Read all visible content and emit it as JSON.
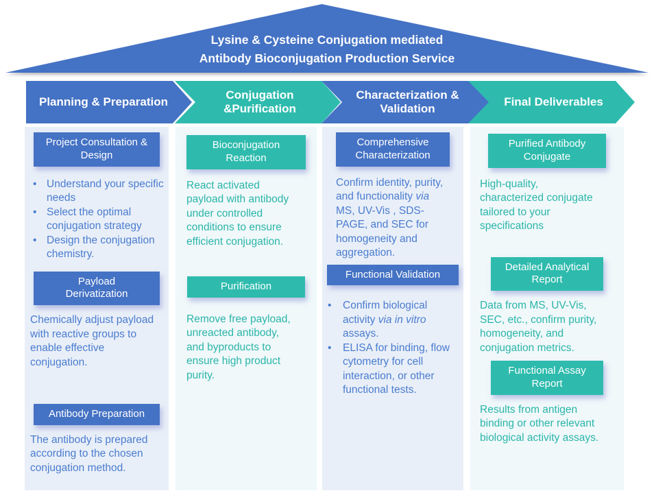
{
  "banner": {
    "title_line1": "Lysine & Cysteine Conjugation mediated",
    "title_line2": "Antibody Bioconjugation Production Service"
  },
  "stages": [
    {
      "line1": "Planning & Preparation",
      "line2": ""
    },
    {
      "line1": "Conjugation",
      "line2": "&Purification"
    },
    {
      "line1": "Characterization &",
      "line2": "Validation"
    },
    {
      "line1": "Final Deliverables",
      "line2": ""
    }
  ],
  "col1": {
    "h1": "Project Consultation & Design",
    "bullets1": [
      "Understand your specific needs",
      "Select the optimal conjugation strategy",
      "Design the conjugation chemistry."
    ],
    "h2": "Payload Derivatization",
    "p2": "Chemically adjust payload with reactive groups to enable effective conjugation.",
    "h3": "Antibody Preparation",
    "p3": "The antibody is prepared according to the chosen conjugation method."
  },
  "col2": {
    "h1": "Bioconjugation Reaction",
    "p1": "React activated payload with antibody under controlled conditions to ensure efficient conjugation.",
    "h2": "Purification",
    "p2": "Remove free payload, unreacted antibody, and byproducts to ensure high product purity."
  },
  "col3": {
    "h1": "Comprehensive Characterization",
    "p1_pre": "Confirm identity, purity, and functionality ",
    "p1_italic": "via",
    "p1_post": " MS, UV-Vis , SDS-PAGE, and SEC for homogeneity and aggregation.",
    "h2": "Functional Validation",
    "b1_pre": "Confirm biological activity ",
    "b1_italic": "via in vitro",
    "b1_post": " assays.",
    "b2": "ELISA for binding, flow cytometry for cell interaction, or other functional tests."
  },
  "col4": {
    "h1": "Purified Antibody Conjugate",
    "p1": "High-quality, characterized conjugate tailored to your specifications",
    "h2": "Detailed Analytical Report",
    "p2": "Data from MS, UV-Vis, SEC, etc., confirm purity, homogeneity, and conjugation metrics.",
    "h3": "Functional Assay Report",
    "p3": "Results from antigen binding or other relevant biological activity assays."
  },
  "ui": {
    "bullet": "•"
  },
  "colors": {
    "blue": "#4472C4",
    "teal": "#2EBBAD",
    "col_blue_bg": "#E9EFF8",
    "col_teal_bg": "#F0F8FA",
    "blue_text": "#4A7CCF",
    "teal_text": "#2BB5A9"
  }
}
